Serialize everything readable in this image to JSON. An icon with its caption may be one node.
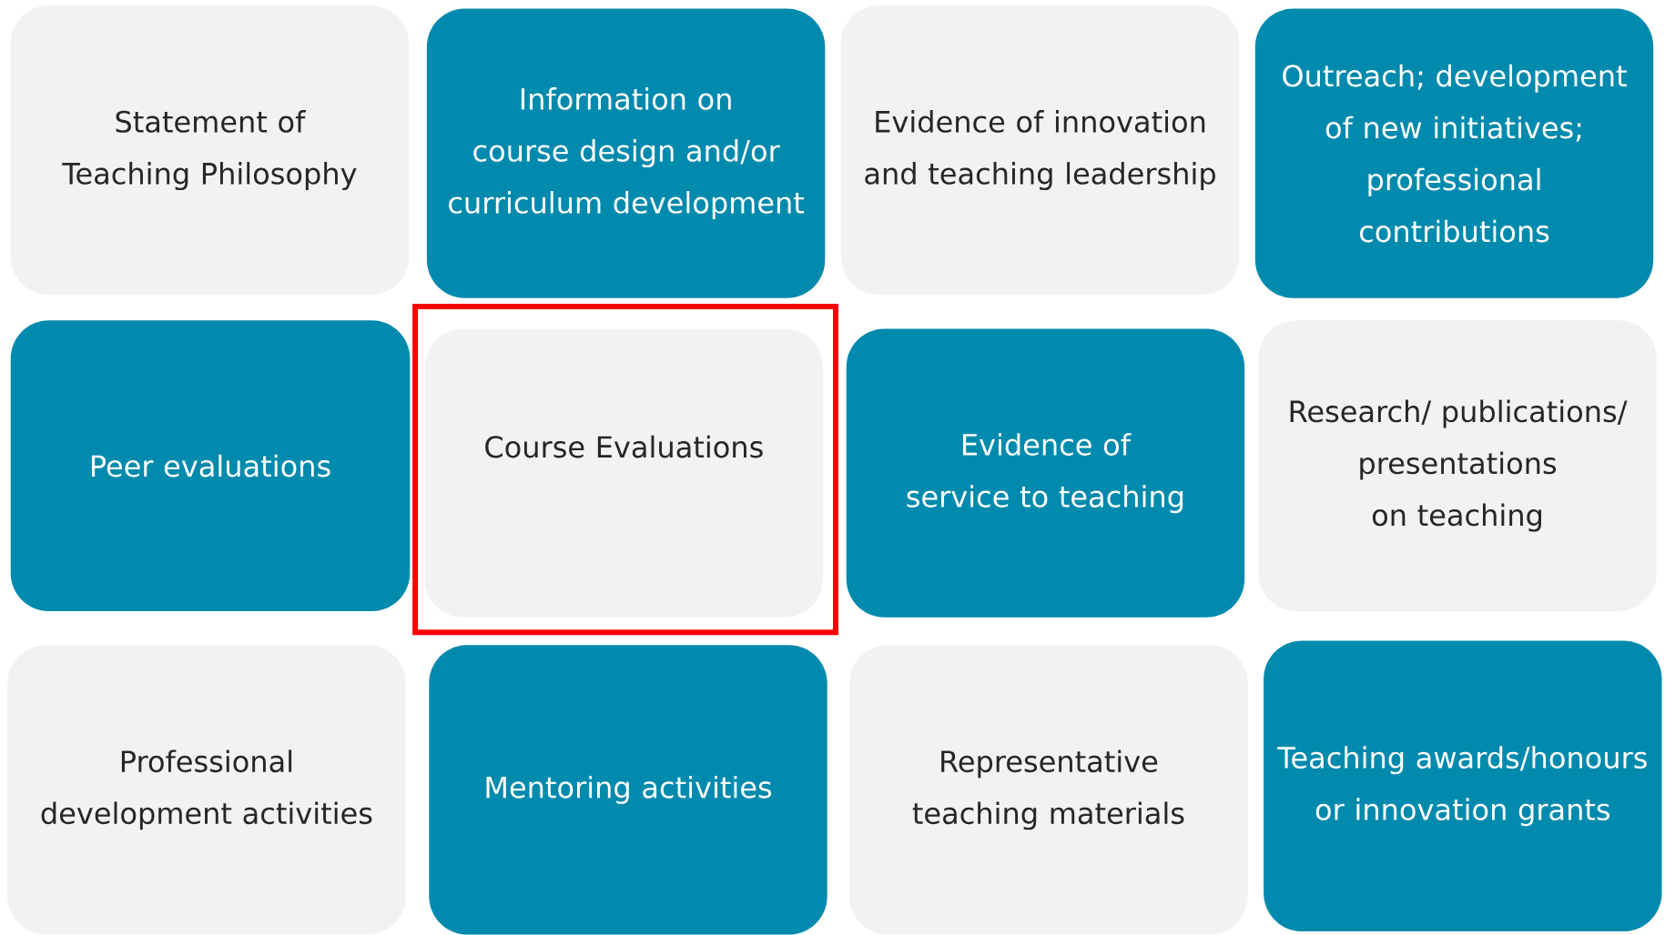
{
  "diagram": {
    "nodes": [
      {
        "text": [
          "Statement of Teaching Philosophy"
        ]
      },
      {
        "text": [
          "Information on course design and/or curriculum development"
        ]
      },
      {
        "text": [
          "Evidence of innovation and teaching leadership"
        ]
      },
      {
        "text": [
          "Outreach; development of new initiatives; professional contributions"
        ]
      },
      {
        "text": [
          "Peer evaluations"
        ]
      },
      {
        "text": [
          "Course Evaluations"
        ]
      },
      {
        "text": [
          "Evidence of service to teaching"
        ]
      },
      {
        "text": [
          "Research/ publications/ presentations on teaching"
        ]
      },
      {
        "text": [
          "Professional development activities"
        ]
      },
      {
        "text": [
          "Mentoring activities"
        ]
      },
      {
        "text": [
          "Representative teaching materials"
        ]
      },
      {
        "text": [
          "Teaching awards/honours or innovation grants"
        ]
      }
    ]
  }
}
